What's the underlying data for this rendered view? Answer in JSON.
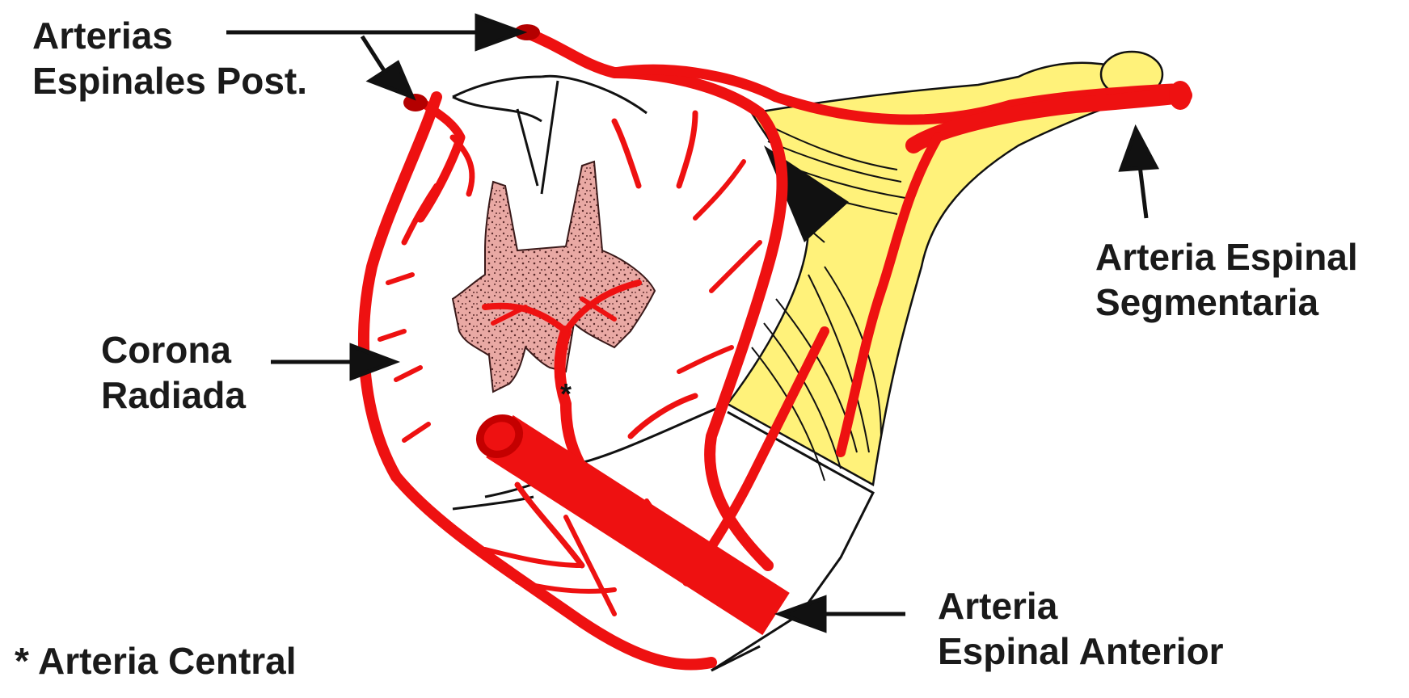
{
  "labels": {
    "posterior": [
      "Arterias",
      "Espinales Post."
    ],
    "segmental": [
      "Arteria Espinal",
      "Segmentaria"
    ],
    "corona": [
      "Corona",
      "Radiada"
    ],
    "anterior": [
      "Arteria",
      "Espinal Anterior"
    ],
    "central_footnote": "* Arteria Central",
    "central_marker": "*"
  },
  "colors": {
    "artery": "#ee1111",
    "artery_dark": "#b40000",
    "nerve_root": "#fff27a",
    "gray_matter": "#e9a9a4",
    "outline": "#111111",
    "background": "#ffffff"
  }
}
